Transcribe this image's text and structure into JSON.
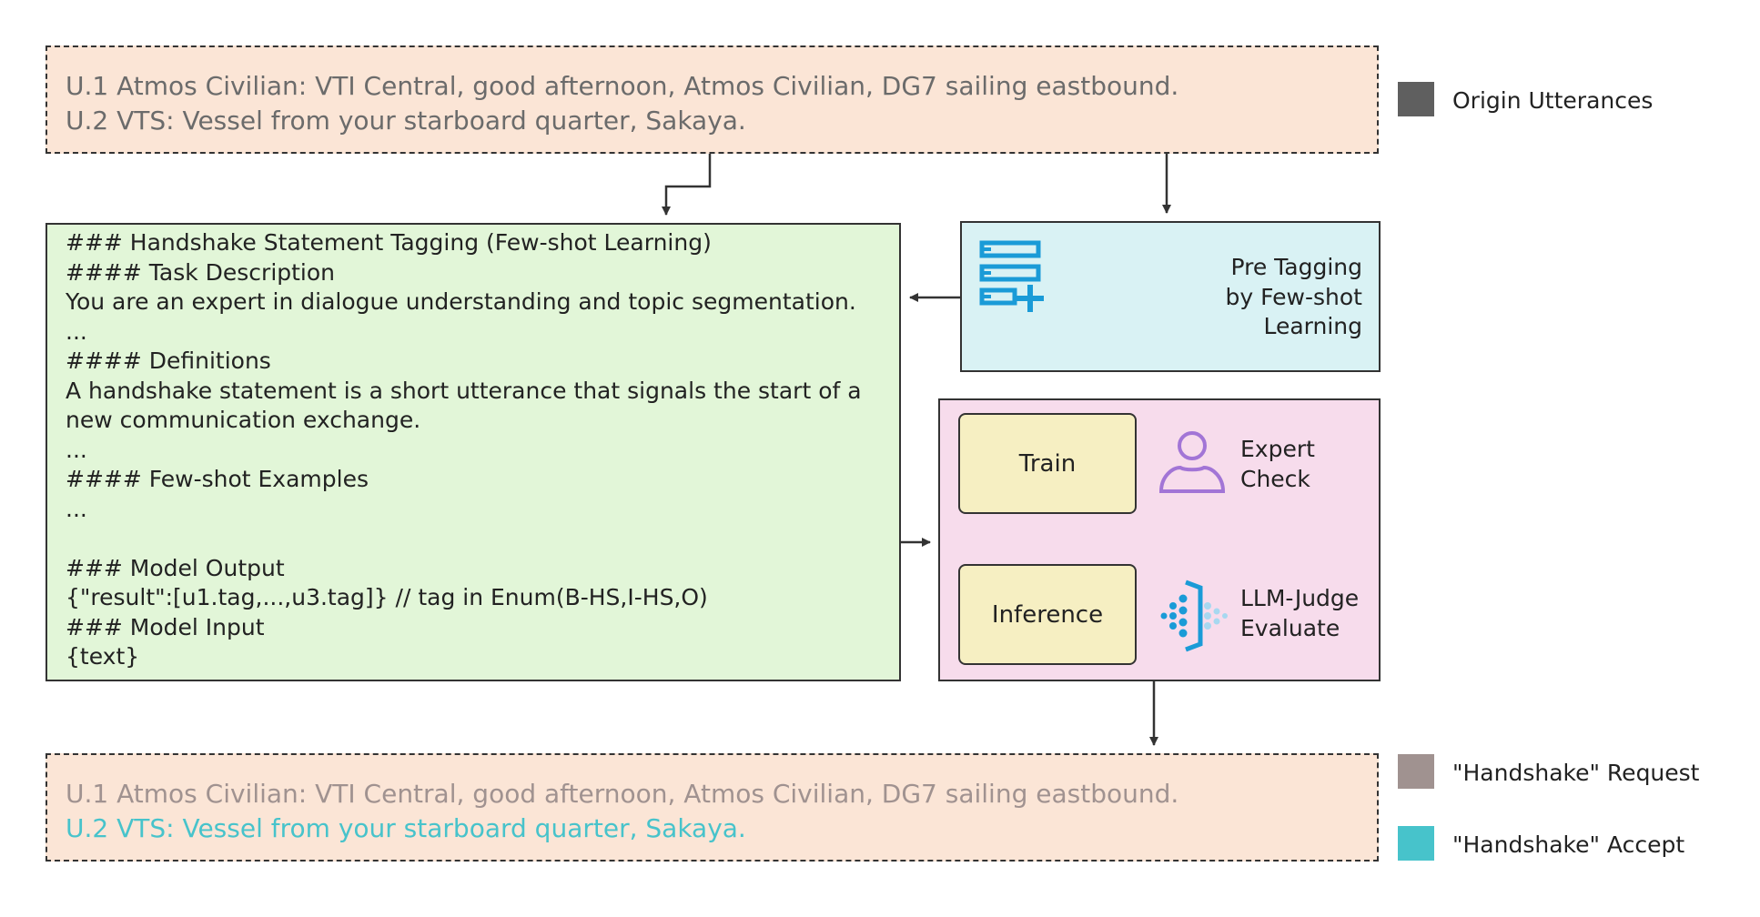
{
  "origin_box": {
    "lines": [
      "U.1 Atmos Civilian: VTI Central, good afternoon, Atmos Civilian, DG7 sailing eastbound.",
      "U.2 VTS: Vessel from your starboard quarter, Sakaya."
    ]
  },
  "prompt_box": {
    "lines": [
      "### Handshake Statement Tagging (Few-shot Learning)",
      "#### Task Description",
      "You are an expert in dialogue understanding and topic segmentation.",
      "...",
      "#### Definitions",
      "A handshake statement is a short utterance that signals the start of a",
      "new communication exchange.",
      "...",
      "#### Few-shot Examples",
      "...",
      "",
      "### Model Output",
      "{\"result\":[u1.tag,...,u3.tag]} // tag in Enum(B-HS,I-HS,O)",
      "### Model Input",
      "{text}"
    ]
  },
  "pre_tagging": {
    "lines": [
      "Pre Tagging",
      "by Few-shot",
      "Learning"
    ],
    "icon": "list-add-icon"
  },
  "training_panel": {
    "train_label": "Train",
    "inference_label": "Inference",
    "expert_check": [
      "Expert",
      "Check"
    ],
    "llm_judge": [
      "LLM-Judge",
      "Evaluate"
    ],
    "expert_icon": "user-outline-icon",
    "judge_icon": "ai-sparkle-icon"
  },
  "result_box": {
    "lines": [
      "U.1 Atmos Civilian: VTI Central, good afternoon, Atmos Civilian, DG7 sailing eastbound.",
      "U.2 VTS: Vessel from your starboard quarter, Sakaya."
    ],
    "request_color": "#a09290",
    "accept_color": "#47c3cb"
  },
  "legend": {
    "items": [
      {
        "label": "Origin Utterances",
        "color": "#5f5f5f"
      },
      {
        "label": "\"Handshake\" Request",
        "color": "#a09290"
      },
      {
        "label": "\"Handshake\" Accept",
        "color": "#47c3cb"
      }
    ]
  },
  "colors": {
    "utterance_bg": "#fbe5d6",
    "prompt_bg": "#e2f6d8",
    "pretag_bg": "#d9f2f4",
    "panel_bg": "#f7dcec",
    "button_bg": "#f6efc2",
    "icon_blue": "#1a9bd7",
    "icon_purple": "#a275d6"
  }
}
